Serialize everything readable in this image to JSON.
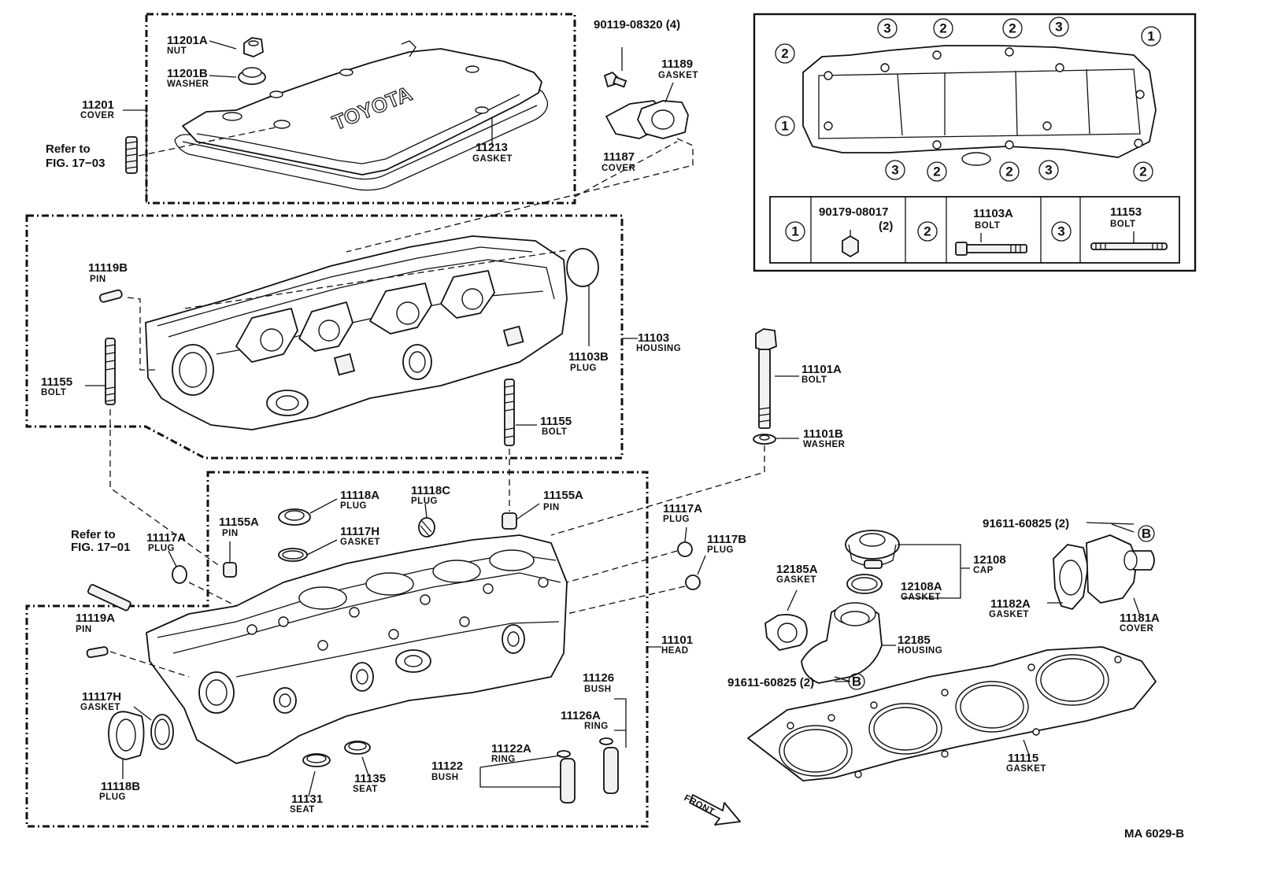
{
  "callouts": [
    {
      "id": "c-11201a",
      "num": "11201A",
      "name": "NUT"
    },
    {
      "id": "c-11201b",
      "num": "11201B",
      "name": "WASHER"
    },
    {
      "id": "c-11201",
      "num": "11201",
      "name": "COVER"
    },
    {
      "id": "c-refer1703",
      "num": "Refer to",
      "name": "FIG. 17−03"
    },
    {
      "id": "c-11213",
      "num": "11213",
      "name": "GASKET"
    },
    {
      "id": "c-90119",
      "num": "90119-08320 (4)",
      "name": ""
    },
    {
      "id": "c-11189",
      "num": "11189",
      "name": "GASKET"
    },
    {
      "id": "c-11187",
      "num": "11187",
      "name": "COVER"
    },
    {
      "id": "c-11119b",
      "num": "11119B",
      "name": "PIN"
    },
    {
      "id": "c-11155-left",
      "num": "11155",
      "name": "BOLT"
    },
    {
      "id": "c-11103",
      "num": "11103",
      "name": "HOUSING"
    },
    {
      "id": "c-11103b",
      "num": "11103B",
      "name": "PLUG"
    },
    {
      "id": "c-11155-mid",
      "num": "11155",
      "name": "BOLT"
    },
    {
      "id": "c-11101a",
      "num": "11101A",
      "name": "BOLT"
    },
    {
      "id": "c-11101b",
      "num": "11101B",
      "name": "WASHER"
    },
    {
      "id": "c-11118a",
      "num": "11118A",
      "name": "PLUG"
    },
    {
      "id": "c-11117h-top",
      "num": "11117H",
      "name": "GASKET"
    },
    {
      "id": "c-11118c",
      "num": "11118C",
      "name": "PLUG"
    },
    {
      "id": "c-11155a-right",
      "num": "11155A",
      "name": "PIN"
    },
    {
      "id": "c-11155a-left",
      "num": "11155A",
      "name": "PIN"
    },
    {
      "id": "c-refer1701",
      "num": "Refer to",
      "name": "FIG. 17−01"
    },
    {
      "id": "c-11117a-left",
      "num": "11117A",
      "name": "PLUG"
    },
    {
      "id": "c-11117a-right",
      "num": "11117A",
      "name": "PLUG"
    },
    {
      "id": "c-11117b",
      "num": "11117B",
      "name": "PLUG"
    },
    {
      "id": "c-11119a",
      "num": "11119A",
      "name": "PIN"
    },
    {
      "id": "c-11117h-bot",
      "num": "11117H",
      "name": "GASKET"
    },
    {
      "id": "c-11118b",
      "num": "11118B",
      "name": "PLUG"
    },
    {
      "id": "c-11101",
      "num": "11101",
      "name": "HEAD"
    },
    {
      "id": "c-11126",
      "num": "11126",
      "name": "BUSH"
    },
    {
      "id": "c-11126a",
      "num": "11126A",
      "name": "RING"
    },
    {
      "id": "c-11122a",
      "num": "11122A",
      "name": "RING"
    },
    {
      "id": "c-11122",
      "num": "11122",
      "name": "BUSH"
    },
    {
      "id": "c-11131",
      "num": "11131",
      "name": "SEAT"
    },
    {
      "id": "c-11135",
      "num": "11135",
      "name": "SEAT"
    },
    {
      "id": "c-12185a",
      "num": "12185A",
      "name": "GASKET"
    },
    {
      "id": "c-12108",
      "num": "12108",
      "name": "CAP"
    },
    {
      "id": "c-12108a",
      "num": "12108A",
      "name": "GASKET"
    },
    {
      "id": "c-12185",
      "num": "12185",
      "name": "HOUSING"
    },
    {
      "id": "c-91611-top",
      "num": "91611-60825 (2)",
      "name": ""
    },
    {
      "id": "c-11182a",
      "num": "11182A",
      "name": "GASKET"
    },
    {
      "id": "c-11181a",
      "num": "11181A",
      "name": "COVER"
    },
    {
      "id": "c-91611-bot",
      "num": "91611-60825 (2)",
      "name": ""
    },
    {
      "id": "c-11115",
      "num": "11115",
      "name": "GASKET"
    }
  ],
  "ref_markers": {
    "b1": "B",
    "b2": "B"
  },
  "embossed_brand": "TOYOTA",
  "front_arrow": "FRONT",
  "drawing_code": "MA 6029-B",
  "bolt_legend": {
    "top_markers": [
      "3",
      "2",
      "2",
      "3",
      "1"
    ],
    "side_markers": [
      "2",
      "1"
    ],
    "bottom_markers": [
      "3",
      "2",
      "2",
      "3",
      "2"
    ],
    "rows": [
      {
        "key": "1",
        "part": "90179-08017",
        "qty": "(2)",
        "name": ""
      },
      {
        "key": "2",
        "part": "11103A",
        "qty": "",
        "name": "BOLT"
      },
      {
        "key": "3",
        "part": "11153",
        "qty": "",
        "name": "BOLT"
      }
    ]
  }
}
